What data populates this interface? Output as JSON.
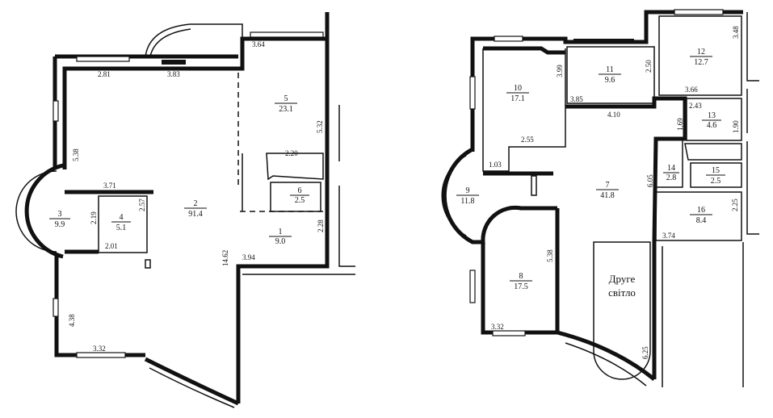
{
  "plans": [
    {
      "name": "floor-1",
      "rooms": [
        {
          "number": "1",
          "area": "9.0"
        },
        {
          "number": "2",
          "area": "91.4"
        },
        {
          "number": "3",
          "area": "9.9"
        },
        {
          "number": "4",
          "area": "5.1"
        },
        {
          "number": "5",
          "area": "23.1"
        },
        {
          "number": "6",
          "area": "2.5"
        }
      ],
      "dimensions": [
        "2.81",
        "3.83",
        "3.64",
        "5.32",
        "5.38",
        "3.71",
        "2.19",
        "2.57",
        "2.01",
        "2.20",
        "2.28",
        "3.94",
        "14.62",
        "4.38",
        "3.32"
      ]
    },
    {
      "name": "floor-2",
      "rooms": [
        {
          "number": "7",
          "area": "41.8"
        },
        {
          "number": "8",
          "area": "17.5"
        },
        {
          "number": "9",
          "area": "11.8"
        },
        {
          "number": "10",
          "area": "17.1"
        },
        {
          "number": "11",
          "area": "9.6"
        },
        {
          "number": "12",
          "area": "12.7"
        },
        {
          "number": "13",
          "area": "4.6"
        },
        {
          "number": "14",
          "area": "2.8"
        },
        {
          "number": "15",
          "area": "2.5"
        },
        {
          "number": "16",
          "area": "8.4"
        }
      ],
      "dimensions": [
        "3.99",
        "3.85",
        "2.50",
        "4.10",
        "3.48",
        "3.66",
        "2.43",
        "1.69",
        "1.90",
        "2.55",
        "1.03",
        "6.05",
        "2.25",
        "3.74",
        "5.38",
        "3.32",
        "6.25"
      ],
      "void_label_line1": "Друге",
      "void_label_line2": "світло"
    }
  ]
}
